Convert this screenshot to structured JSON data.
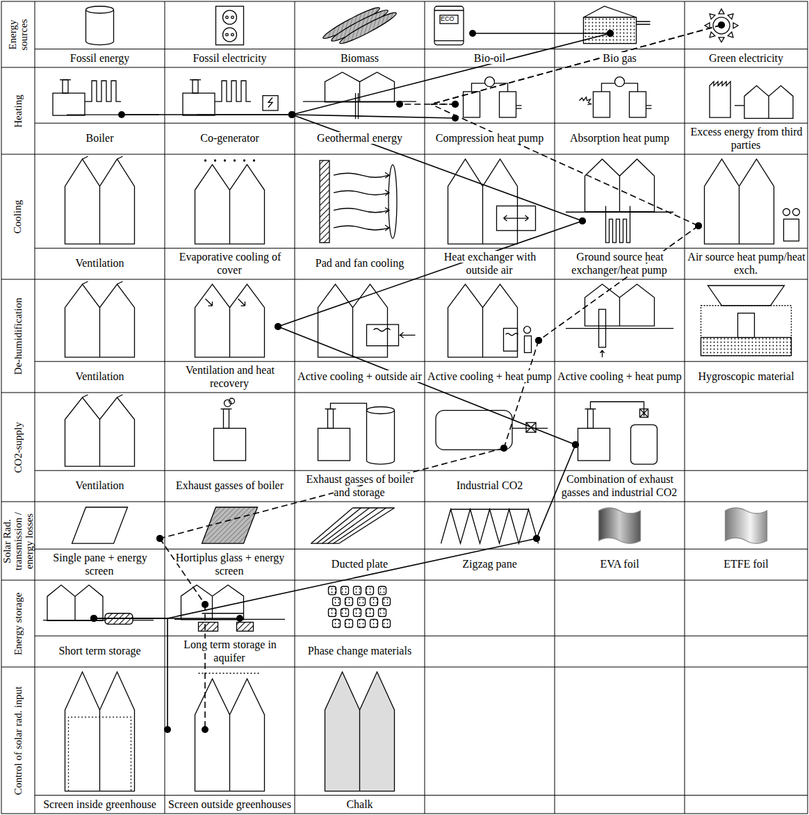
{
  "diagram": {
    "nodes": [
      {
        "text": [
          "Fossil energy"
        ]
      },
      {
        "text": [
          "Fossil electricity"
        ]
      },
      {
        "text": [
          "Biomass"
        ]
      },
      {
        "text": [
          "Bio-oil"
        ]
      },
      {
        "text": [
          "Bio gas"
        ]
      },
      {
        "text": [
          "Green electricity"
        ]
      },
      {
        "text": [
          "Boiler"
        ]
      },
      {
        "text": [
          "Co-generator"
        ]
      },
      {
        "text": [
          "Geothermal energy"
        ]
      },
      {
        "text": [
          "Compression heat pump"
        ]
      },
      {
        "text": [
          "Absorption heat pump"
        ]
      },
      {
        "text": [
          "Excess energy from third parties"
        ]
      },
      {
        "text": [
          "Ventilation"
        ]
      },
      {
        "text": [
          "Evaporative cooling of cover"
        ]
      },
      {
        "text": [
          "Pad and fan cooling"
        ]
      },
      {
        "text": [
          "Heat exchanger with outside air"
        ]
      },
      {
        "text": [
          "Ground source heat exchanger/heat pump"
        ]
      },
      {
        "text": [
          "Air source heat pump/heat exch."
        ]
      },
      {
        "text": [
          "Ventilation"
        ]
      },
      {
        "text": [
          "Ventilation and heat recovery"
        ]
      },
      {
        "text": [
          "Active cooling + outside air"
        ]
      },
      {
        "text": [
          "Active cooling + heat pump"
        ]
      },
      {
        "text": [
          "Active cooling + heat pump"
        ]
      },
      {
        "text": [
          "Hygroscopic material"
        ]
      },
      {
        "text": [
          "Ventilation"
        ]
      },
      {
        "text": [
          "Exhaust gasses of boiler"
        ]
      },
      {
        "text": [
          "Exhaust gasses of boiler and storage"
        ]
      },
      {
        "text": [
          "Industrial CO2"
        ]
      },
      {
        "text": [
          "Combination of exhaust gasses and industrial CO2"
        ]
      },
      {
        "text": [
          "Single pane + energy screen"
        ]
      },
      {
        "text": [
          "Hortiplus glass + energy screen"
        ]
      },
      {
        "text": [
          "Ducted plate"
        ]
      },
      {
        "text": [
          "Zigzag pane"
        ]
      },
      {
        "text": [
          "EVA foil"
        ]
      },
      {
        "text": [
          "ETFE foil"
        ]
      },
      {
        "text": [
          "Short term storage"
        ]
      },
      {
        "text": [
          "Long term storage in aquifer"
        ]
      },
      {
        "text": [
          "Phase change materials"
        ]
      },
      {
        "text": [
          "Screen inside greenhouse"
        ]
      },
      {
        "text": [
          "Screen outside greenhouses"
        ]
      },
      {
        "text": [
          "Chalk"
        ]
      }
    ],
    "edges": [
      {
        "from": 3,
        "to": 4,
        "arrow": "none"
      },
      {
        "from": 4,
        "to": 7,
        "arrow": "none"
      },
      {
        "from": 7,
        "to": 6,
        "arrow": "none"
      },
      {
        "from": 7,
        "to": 9,
        "arrow": "none"
      },
      {
        "from": 7,
        "to": 16,
        "arrow": "none"
      },
      {
        "from": 16,
        "to": 19,
        "arrow": "none"
      },
      {
        "from": 19,
        "to": 28,
        "arrow": "none"
      },
      {
        "from": 28,
        "to": 32,
        "arrow": "none"
      },
      {
        "from": 32,
        "to": 35,
        "arrow": "none"
      },
      {
        "from": 35,
        "to": 36,
        "arrow": "none"
      },
      {
        "from": 35,
        "to": 38,
        "arrow": "none"
      },
      {
        "from": 5,
        "to": 8,
        "arrow": "none"
      },
      {
        "from": 5,
        "to": 9,
        "arrow": "none"
      },
      {
        "from": 9,
        "to": 17,
        "arrow": "none"
      },
      {
        "from": 17,
        "to": 21,
        "arrow": "none"
      },
      {
        "from": 21,
        "to": 27,
        "arrow": "none"
      },
      {
        "from": 27,
        "to": 29,
        "arrow": "none"
      },
      {
        "from": 29,
        "to": 36,
        "arrow": "none"
      },
      {
        "from": 36,
        "to": 39,
        "arrow": "none"
      }
    ],
    "labels": [
      "Energy sources",
      "Heating",
      "Cooling",
      "De-humidification",
      "CO2-supply",
      "Solar Rad. transmission / energy losses",
      "Energy storage",
      "Control of solar rad. input",
      "ECO"
    ]
  }
}
